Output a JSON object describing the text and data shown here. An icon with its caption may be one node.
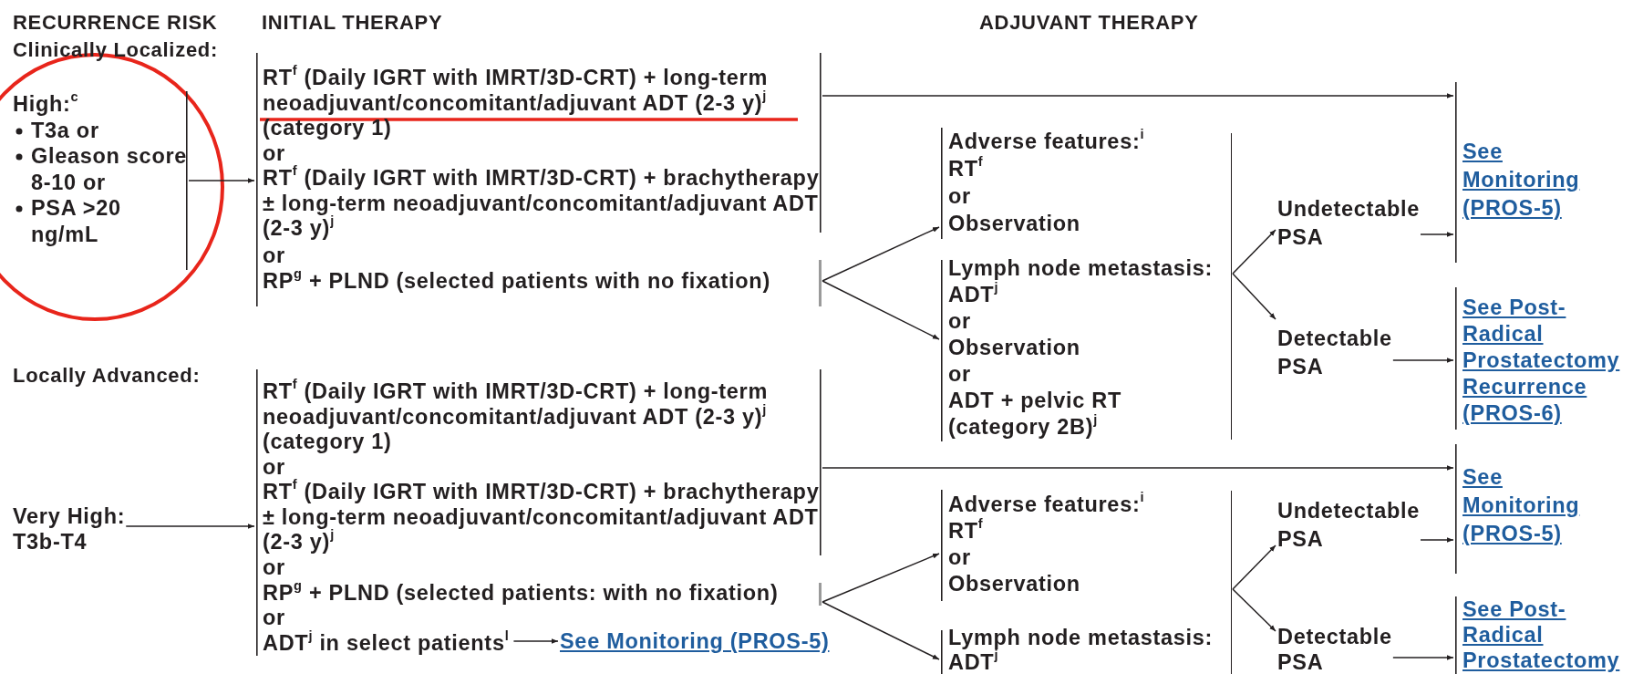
{
  "diagram": {
    "nodes": [
      {
        "text": [
          "High:$^{c}$",
          "T3a or",
          "Gleason score 8-10 or",
          "PSA >20 ng/mL"
        ]
      },
      {
        "text": [
          "RT$^{f}$ (Daily IGRT with IMRT/3D-CRT) + long-term neoadjuvant/concomitant/adjuvant ADT (2-3 y)$^{j}$ (category 1)",
          "or",
          "RT$^{f}$ (Daily IGRT with IMRT/3D-CRT) + brachytherapy ± long-term neoadjuvant/concomitant/adjuvant ADT (2-3 y)$^{j}$"
        ]
      },
      {
        "text": [
          "or",
          "RP$^{g}$ + PLND (selected patients with no fixation)"
        ]
      },
      {
        "text": [],
        "shape": "bracket"
      },
      {
        "text": [
          "Adverse features:$^{i}$",
          "RT$^{f}$",
          "or",
          "Observation"
        ],
        "in": 3
      },
      {
        "text": [
          "Lymph node metastasis:",
          "ADT$^{j}$",
          "or",
          "Observation",
          "or",
          "ADT + pelvic RT (category 2B)$^{j}$"
        ],
        "in": 3
      },
      {
        "text": [
          "Undetectable PSA"
        ]
      },
      {
        "text": [
          "Detectable PSA"
        ]
      },
      {
        "text": [
          "See Monitoring (PROS-5)"
        ]
      },
      {
        "text": [
          "See Post-Radical Prostatectomy Recurrence (PROS-6)"
        ]
      },
      {
        "text": [
          "Very High:",
          "T3b-T4"
        ]
      },
      {
        "text": [
          "RT$^{f}$ (Daily IGRT with IMRT/3D-CRT) + long-term neoadjuvant/concomitant/adjuvant ADT (2-3 y)$^{j}$ (category 1)",
          "or",
          "RT$^{f}$ (Daily IGRT with IMRT/3D-CRT) + brachytherapy ± long-term neoadjuvant/concomitant/adjuvant ADT (2-3 y)$^{j}$"
        ]
      },
      {
        "text": [
          "or",
          "RP$^{g}$ + PLND (selected patients: with no fixation)"
        ]
      },
      {
        "text": [
          "or",
          "ADT$^{j}$ in select patients$^{l}$"
        ]
      },
      {
        "text": [
          "See Monitoring (PROS-5)"
        ]
      },
      {
        "text": [],
        "shape": "bracket"
      },
      {
        "text": [
          "Adverse features:$^{i}$",
          "RT$^{f}$",
          "or",
          "Observation"
        ],
        "in": 15
      },
      {
        "text": [
          "Lymph node metastasis:",
          "ADT$^{j}$"
        ],
        "in": 15
      },
      {
        "text": [
          "See Monitoring (PROS-5)"
        ]
      },
      {
        "text": [
          "Undetectable PSA"
        ]
      },
      {
        "text": [
          "Detectable PSA"
        ]
      },
      {
        "text": [
          "See Post-Radical Prostatectomy"
        ]
      }
    ],
    "edges": [
      {
        "from": 0,
        "to": 1,
        "arrow": "to"
      },
      {
        "from": 1,
        "to": 8,
        "arrow": "to"
      },
      {
        "from": 2,
        "to": 4,
        "arrow": "to"
      },
      {
        "from": 2,
        "to": 5,
        "arrow": "to"
      },
      {
        "from": 3,
        "to": 6,
        "arrow": "to"
      },
      {
        "from": 3,
        "to": 7,
        "arrow": "to"
      },
      {
        "from": 6,
        "to": 8,
        "arrow": "to"
      },
      {
        "from": 7,
        "to": 9,
        "arrow": "to"
      },
      {
        "from": 10,
        "to": 11,
        "arrow": "to"
      },
      {
        "from": 11,
        "to": 18,
        "arrow": "to"
      },
      {
        "from": 12,
        "to": 16,
        "arrow": "to"
      },
      {
        "from": 12,
        "to": 17,
        "arrow": "to"
      },
      {
        "from": 13,
        "to": 14,
        "arrow": "to"
      },
      {
        "from": 15,
        "to": 19,
        "arrow": "to"
      },
      {
        "from": 15,
        "to": 20,
        "arrow": "to"
      },
      {
        "from": 19,
        "to": 18,
        "arrow": "to"
      },
      {
        "from": 20,
        "to": 21,
        "arrow": "to"
      }
    ],
    "labels": [
      "RECURRENCE RISK",
      "INITIAL THERAPY",
      "ADJUVANT THERAPY",
      "Clinically Localized:",
      "Locally Advanced:"
    ]
  }
}
